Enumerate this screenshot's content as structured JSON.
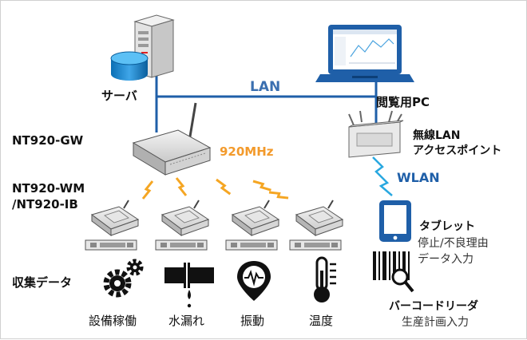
{
  "labels": {
    "server": "サーバ",
    "lan": "LAN",
    "pc": "閲覧用PC",
    "gateway": "NT920-GW",
    "frequency": "920MHz",
    "access_point_line1": "無線LAN",
    "access_point_line2": "アクセスポイント",
    "wlan": "WLAN",
    "node_line1": "NT920-WM",
    "node_line2": "/NT920-IB",
    "tablet_title": "タブレット",
    "tablet_desc_line1": "停止/不良理由",
    "tablet_desc_line2": "データ入力",
    "collected_data": "収集データ",
    "barcode_title": "バーコードリーダ",
    "barcode_desc": "生産計画入力"
  },
  "data_items": [
    {
      "label": "設備稼働",
      "icon": "gears-icon"
    },
    {
      "label": "水漏れ",
      "icon": "pipe-leak-icon"
    },
    {
      "label": "振動",
      "icon": "vibration-pin-icon"
    },
    {
      "label": "温度",
      "icon": "thermometer-icon"
    }
  ],
  "colors": {
    "lan_line": "#1f5fa8",
    "lan_text": "#3a6fb0",
    "frequency_text": "#f39a2b",
    "lightning": "#f5a623",
    "wlan_text": "#1f5fa8",
    "wlan_zigzag": "#29a8e0"
  }
}
